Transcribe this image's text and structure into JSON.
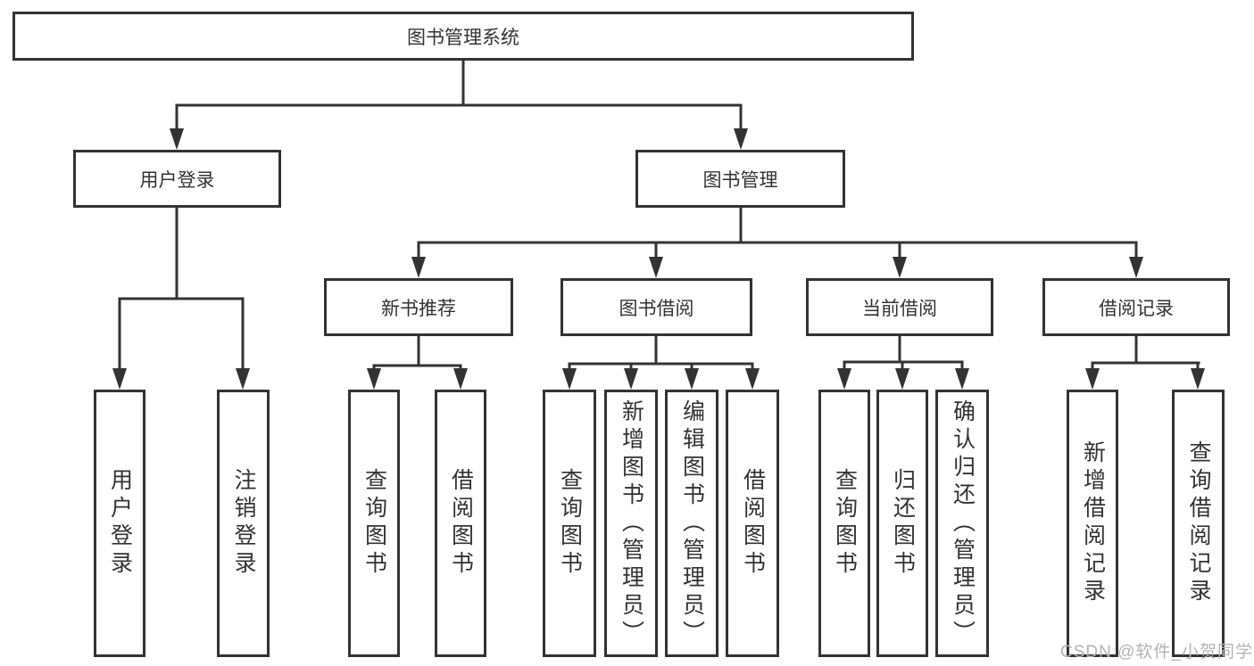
{
  "tree": {
    "label": "图书管理系统",
    "children": [
      {
        "label": "用户登录",
        "children": [
          {
            "label": "用户登录"
          },
          {
            "label": "注销登录"
          }
        ]
      },
      {
        "label": "图书管理",
        "children": [
          {
            "label": "新书推荐",
            "children": [
              {
                "label": "查询图书"
              },
              {
                "label": "借阅图书"
              }
            ]
          },
          {
            "label": "图书借阅",
            "children": [
              {
                "label": "查询图书"
              },
              {
                "label": "新增图书（管理员）"
              },
              {
                "label": "编辑图书（管理员）"
              },
              {
                "label": "借阅图书"
              }
            ]
          },
          {
            "label": "当前借阅",
            "children": [
              {
                "label": "查询图书"
              },
              {
                "label": "归还图书"
              },
              {
                "label": "确认归还（管理员）"
              }
            ]
          },
          {
            "label": "借阅记录",
            "children": [
              {
                "label": "新增借阅记录"
              },
              {
                "label": "查询借阅记录"
              }
            ]
          }
        ]
      }
    ]
  },
  "watermark": {
    "text": "CSDN @软件_小贺同学"
  },
  "colors": {
    "line": "#333333",
    "text": "#333333",
    "watermark": "#b3b3b3",
    "background": "#ffffff"
  }
}
